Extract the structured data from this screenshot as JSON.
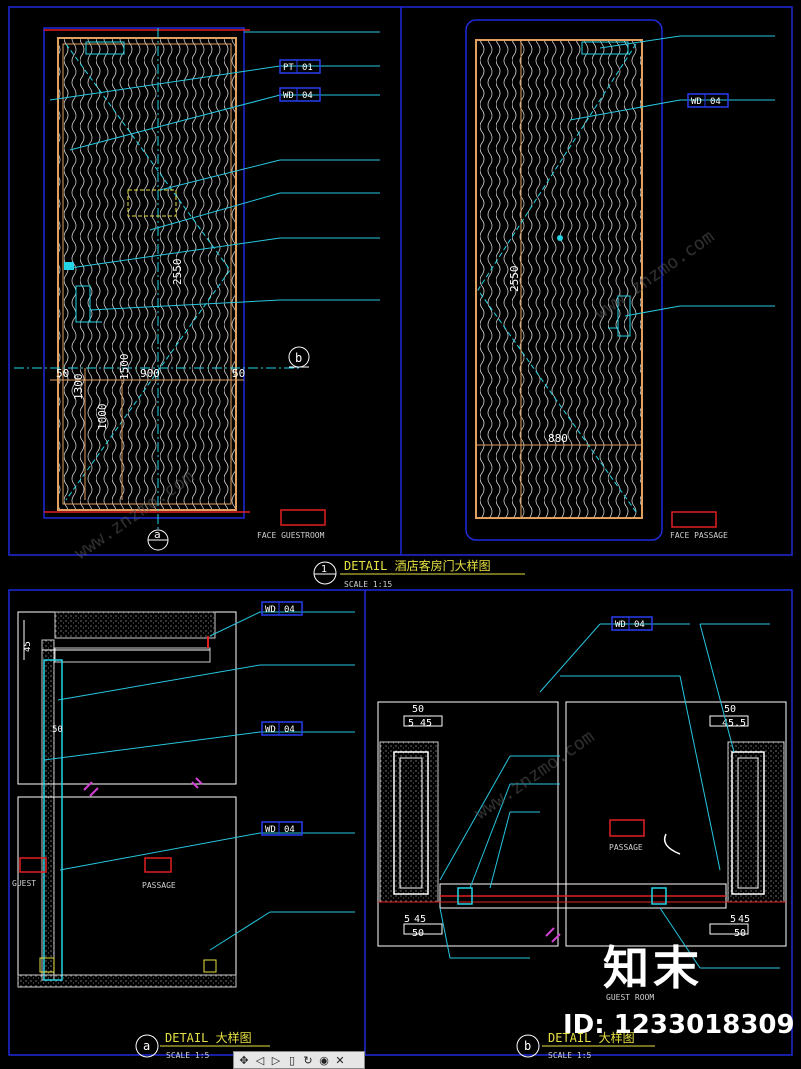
{
  "colors": {
    "frame": "#1f2bdc",
    "door": "#e0a060",
    "cyan": "#23d5e6",
    "leader": "#26c7e0",
    "label_text": "#d8e25a",
    "tag_box": "#2a3df0",
    "red_box": "#e02020",
    "white": "#ffffff",
    "magenta": "#d040d0"
  },
  "elevation_left": {
    "dims": {
      "height": "2550",
      "upper": "1300",
      "mid": "1500",
      "lower": "1000",
      "width": "900",
      "left_gap": "50",
      "right_gap": "50"
    },
    "section_mark": "b",
    "bottom_mark": "a",
    "face_label": "FACE GUESTROOM",
    "tags": [
      {
        "code": "PT",
        "num": "01"
      },
      {
        "code": "WD",
        "num": "04"
      }
    ]
  },
  "elevation_right": {
    "dims": {
      "height": "2550",
      "width": "880"
    },
    "face_label": "FACE PASSAGE",
    "tags": [
      {
        "code": "WD",
        "num": "04"
      }
    ]
  },
  "title_1": {
    "number": "1",
    "title": "DETAIL 酒店客房门大样图",
    "scale": "SCALE 1:15"
  },
  "detail_a": {
    "mark": "a",
    "title": "DETAIL 大样图",
    "scale": "SCALE 1:5",
    "dim": "45",
    "dim2": "50",
    "guest_label": "GUEST",
    "passage_label": "PASSAGE",
    "tags": [
      {
        "code": "WD",
        "num": "04"
      },
      {
        "code": "WD",
        "num": "04"
      },
      {
        "code": "WD",
        "num": "04"
      }
    ]
  },
  "detail_b": {
    "mark": "b",
    "title": "DETAIL 大样图",
    "scale": "SCALE 1:5",
    "dims": {
      "d50": "50",
      "d45": "45",
      "d5": "5",
      "d45b": "45.5"
    },
    "passage_label": "PASSAGE",
    "guest_label": "GUEST ROOM",
    "tags": [
      {
        "code": "WD",
        "num": "04"
      }
    ]
  },
  "watermark": {
    "brand": "知末",
    "id_text": "ID: 1233018309",
    "site": "www.znzmo.com"
  },
  "toolbar": {
    "icons": [
      "pan-icon",
      "back-icon",
      "play-icon",
      "page-icon",
      "refresh-icon",
      "camera-icon",
      "close-icon"
    ]
  }
}
